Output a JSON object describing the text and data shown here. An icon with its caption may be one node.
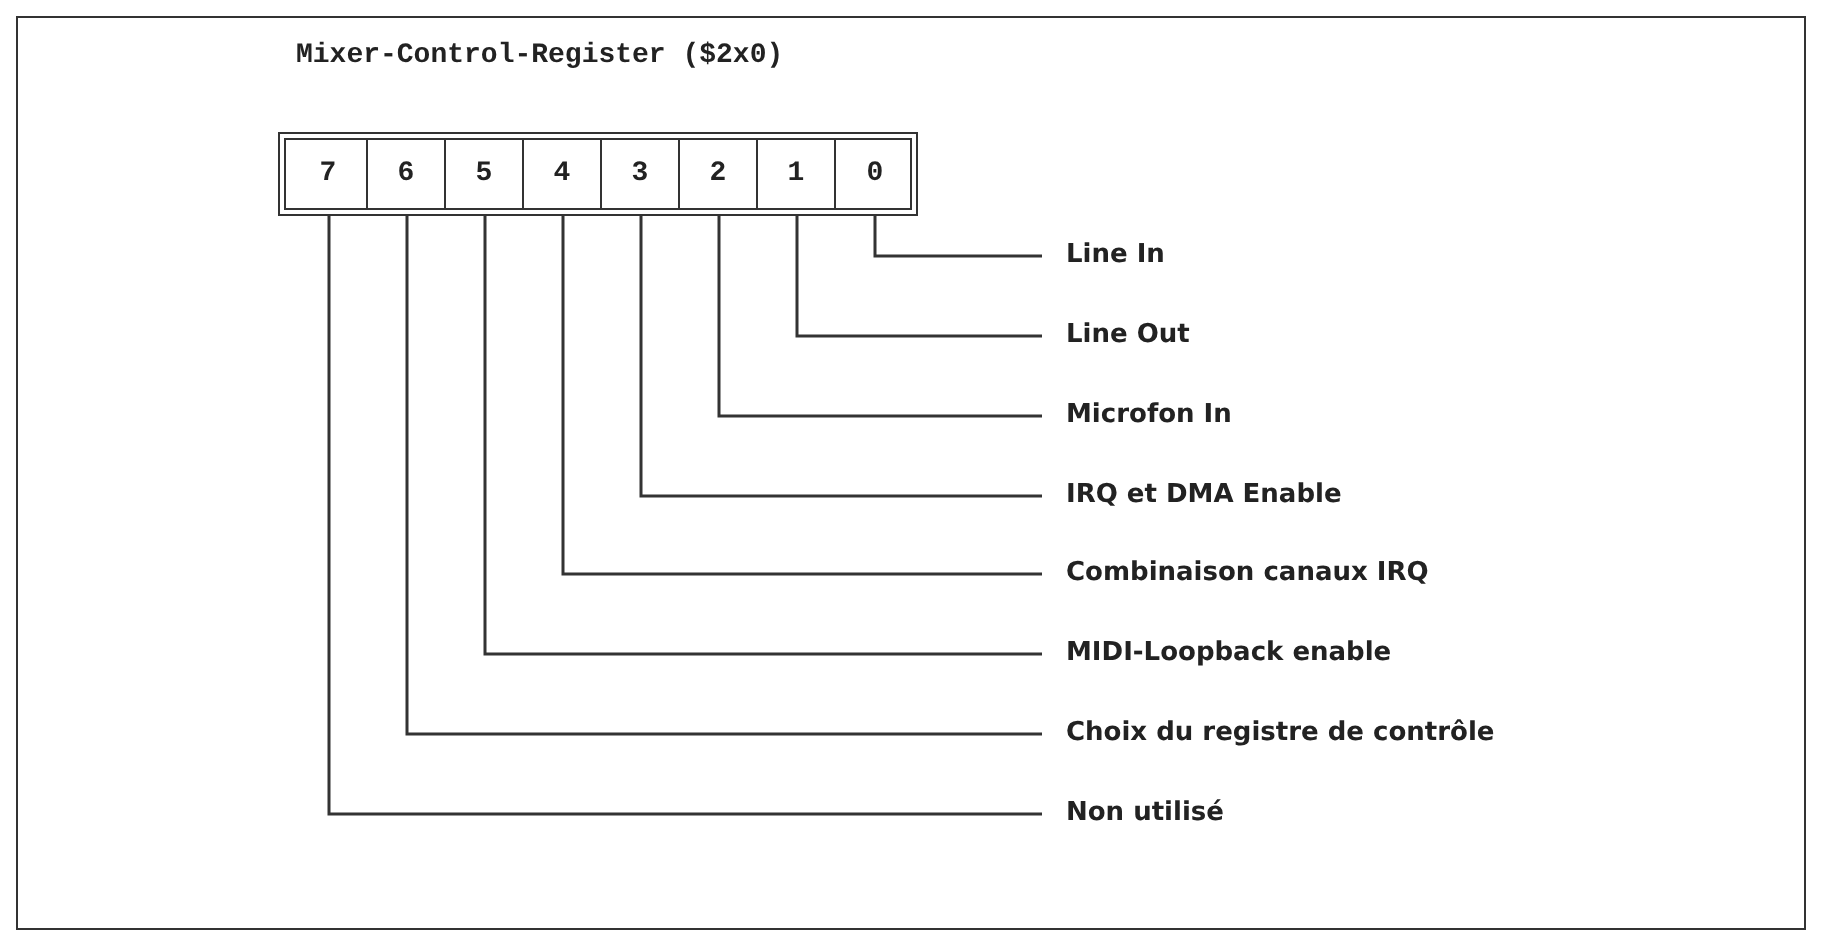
{
  "diagram": {
    "title": "Mixer-Control-Register ($2x0)",
    "nodes": [
      {
        "text": [],
        "shape": "box"
      },
      {
        "text": [
          "7"
        ],
        "in": 0
      },
      {
        "text": [
          "6"
        ],
        "in": 0
      },
      {
        "text": [
          "5"
        ],
        "in": 0
      },
      {
        "text": [
          "4"
        ],
        "in": 0
      },
      {
        "text": [
          "3"
        ],
        "in": 0
      },
      {
        "text": [
          "2"
        ],
        "in": 0
      },
      {
        "text": [
          "1"
        ],
        "in": 0
      },
      {
        "text": [
          "0"
        ],
        "in": 0
      },
      {
        "text": [
          "Line In"
        ]
      },
      {
        "text": [
          "Line Out"
        ]
      },
      {
        "text": [
          "Microfon In"
        ]
      },
      {
        "text": [
          "IRQ et DMA Enable"
        ]
      },
      {
        "text": [
          "Combinaison canaux IRQ"
        ]
      },
      {
        "text": [
          "MIDI-Loopback enable"
        ]
      },
      {
        "text": [
          "Choix du registre de contrôle"
        ]
      },
      {
        "text": [
          "Non utilisé"
        ]
      }
    ],
    "edges": [
      {
        "from": 9,
        "to": 8,
        "arrow": "none"
      },
      {
        "from": 10,
        "to": 7,
        "arrow": "none"
      },
      {
        "from": 11,
        "to": 6,
        "arrow": "none"
      },
      {
        "from": 12,
        "to": 5,
        "arrow": "none"
      },
      {
        "from": 13,
        "to": 4,
        "arrow": "none"
      },
      {
        "from": 14,
        "to": 3,
        "arrow": "none"
      },
      {
        "from": 15,
        "to": 2,
        "arrow": "none"
      },
      {
        "from": 16,
        "to": 1,
        "arrow": "none"
      }
    ]
  }
}
